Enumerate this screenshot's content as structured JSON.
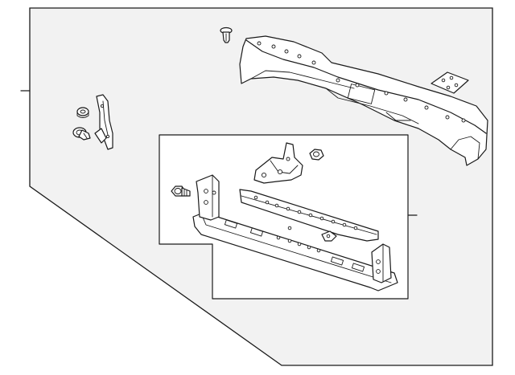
{
  "diagram": {
    "parts": [
      {
        "id": "rear-bumper-face-bar"
      },
      {
        "id": "license-plate-bracket"
      },
      {
        "id": "push-pin-retainer"
      },
      {
        "id": "side-brace-bracket"
      },
      {
        "id": "brace-bolt"
      },
      {
        "id": "brace-nut"
      },
      {
        "id": "impact-bar"
      },
      {
        "id": "reinforcement-plate"
      },
      {
        "id": "mounting-bracket"
      },
      {
        "id": "bracket-nut"
      },
      {
        "id": "impact-bar-bolt"
      }
    ],
    "colors": {
      "background_panel": "#f2f2f2",
      "line": "#1a1a1a",
      "part_fill": "#ffffff"
    }
  }
}
